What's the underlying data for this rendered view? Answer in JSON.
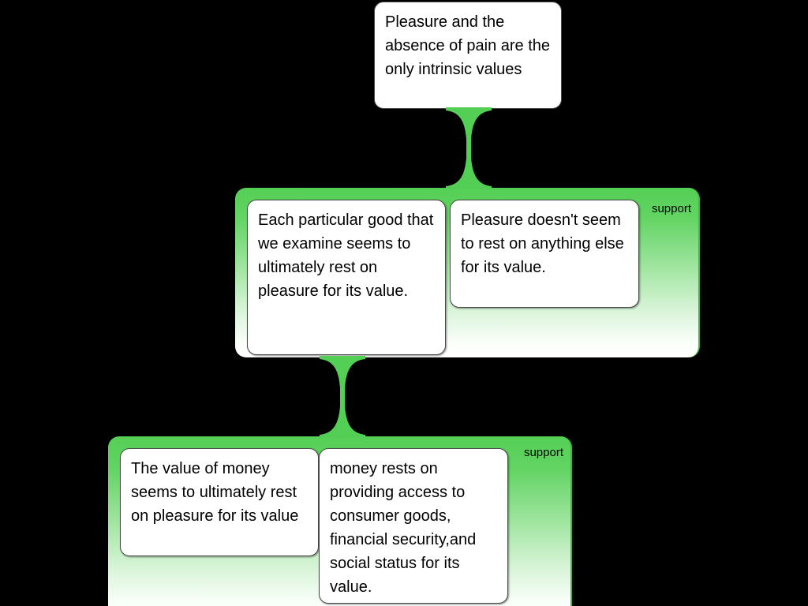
{
  "diagram": {
    "type": "argument-map",
    "background_color": "#000000",
    "accent_color": "#54cf55",
    "card_background": "#ffffff",
    "text_color": "#000000"
  },
  "root": {
    "text": "Pleasure and the absence of pain are the only intrinsic values"
  },
  "groups": [
    {
      "id": "group-2",
      "relation_label": "support",
      "cards": [
        {
          "text": "Each particular good that we examine seems to ultimately rest on pleasure for its value."
        },
        {
          "text": "Pleasure doesn't seem to rest on anything else for its value."
        }
      ]
    },
    {
      "id": "group-3",
      "relation_label": "support",
      "cards": [
        {
          "text": "The value of money seems to ultimately rest on pleasure for its value"
        },
        {
          "text": "money rests on providing access to consumer goods, financial security,and social status for its value."
        }
      ]
    }
  ],
  "connectors": [
    {
      "from": "root",
      "to": "group-2",
      "relation": "support"
    },
    {
      "from": "group-2-card-1",
      "to": "group-3",
      "relation": "support"
    }
  ]
}
